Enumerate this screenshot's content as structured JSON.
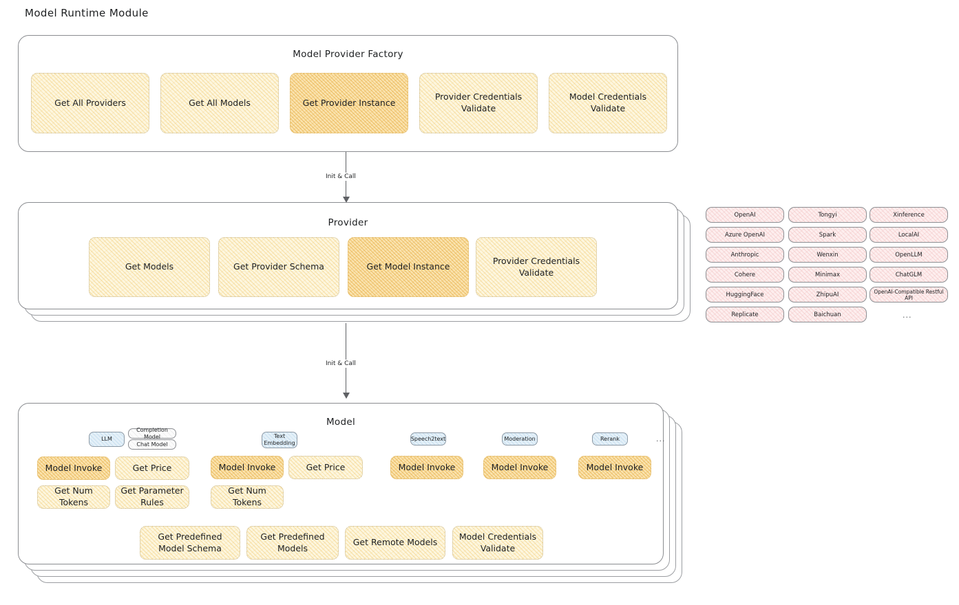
{
  "page": {
    "title": "Model Runtime Module"
  },
  "factory": {
    "title": "Model Provider Factory",
    "methods": [
      {
        "label": "Get All Providers",
        "highlight": false
      },
      {
        "label": "Get All Models",
        "highlight": false
      },
      {
        "label": "Get Provider Instance",
        "highlight": true
      },
      {
        "label": "Provider Credentials Validate",
        "highlight": false
      },
      {
        "label": "Model Credentials Validate",
        "highlight": false
      }
    ]
  },
  "arrow1": {
    "label": "Init & Call"
  },
  "provider": {
    "title": "Provider",
    "methods": [
      {
        "label": "Get Models",
        "highlight": false
      },
      {
        "label": "Get Provider Schema",
        "highlight": false
      },
      {
        "label": "Get Model Instance",
        "highlight": true
      },
      {
        "label": "Provider Credentials Validate",
        "highlight": false
      }
    ]
  },
  "provider_list": {
    "columns": [
      {
        "items": [
          "OpenAI",
          "Azure OpenAI",
          "Anthropic",
          "Cohere",
          "HuggingFace",
          "Replicate"
        ]
      },
      {
        "items": [
          "Tongyi",
          "Spark",
          "Wenxin",
          "Minimax",
          "ZhipuAI",
          "Baichuan"
        ]
      },
      {
        "items": [
          "Xinference",
          "LocalAI",
          "OpenLLM",
          "ChatGLM",
          "OpenAI-Compatible Restful API"
        ]
      }
    ],
    "more": "..."
  },
  "arrow2": {
    "label": "Init & Call"
  },
  "model": {
    "title": "Model",
    "more": "...",
    "types": [
      {
        "name": "LLM",
        "subtypes": [
          "Completion Model",
          "Chat Model"
        ],
        "methods": [
          {
            "label": "Model Invoke",
            "highlight": true
          },
          {
            "label": "Get Price",
            "highlight": false
          },
          {
            "label": "Get Num Tokens",
            "highlight": false
          },
          {
            "label": "Get Parameter Rules",
            "highlight": false
          }
        ]
      },
      {
        "name": "Text Embedding",
        "subtypes": [],
        "methods": [
          {
            "label": "Model Invoke",
            "highlight": true
          },
          {
            "label": "Get Price",
            "highlight": false
          },
          {
            "label": "Get Num Tokens",
            "highlight": false
          }
        ]
      },
      {
        "name": "Speech2text",
        "subtypes": [],
        "methods": [
          {
            "label": "Model Invoke",
            "highlight": true
          }
        ]
      },
      {
        "name": "Moderation",
        "subtypes": [],
        "methods": [
          {
            "label": "Model Invoke",
            "highlight": true
          }
        ]
      },
      {
        "name": "Rerank",
        "subtypes": [],
        "methods": [
          {
            "label": "Model Invoke",
            "highlight": true
          }
        ]
      }
    ],
    "common_methods": [
      "Get Predefined Model Schema",
      "Get Predefined Models",
      "Get Remote Models",
      "Model Credentials Validate"
    ]
  },
  "colors": {
    "method_fill": "#fdf6de",
    "method_highlight_fill": "#fae3ae",
    "provider_pill_fill": "#fdeeee",
    "chip_fill": "#e4f0f8",
    "border": "#8a8c90"
  }
}
